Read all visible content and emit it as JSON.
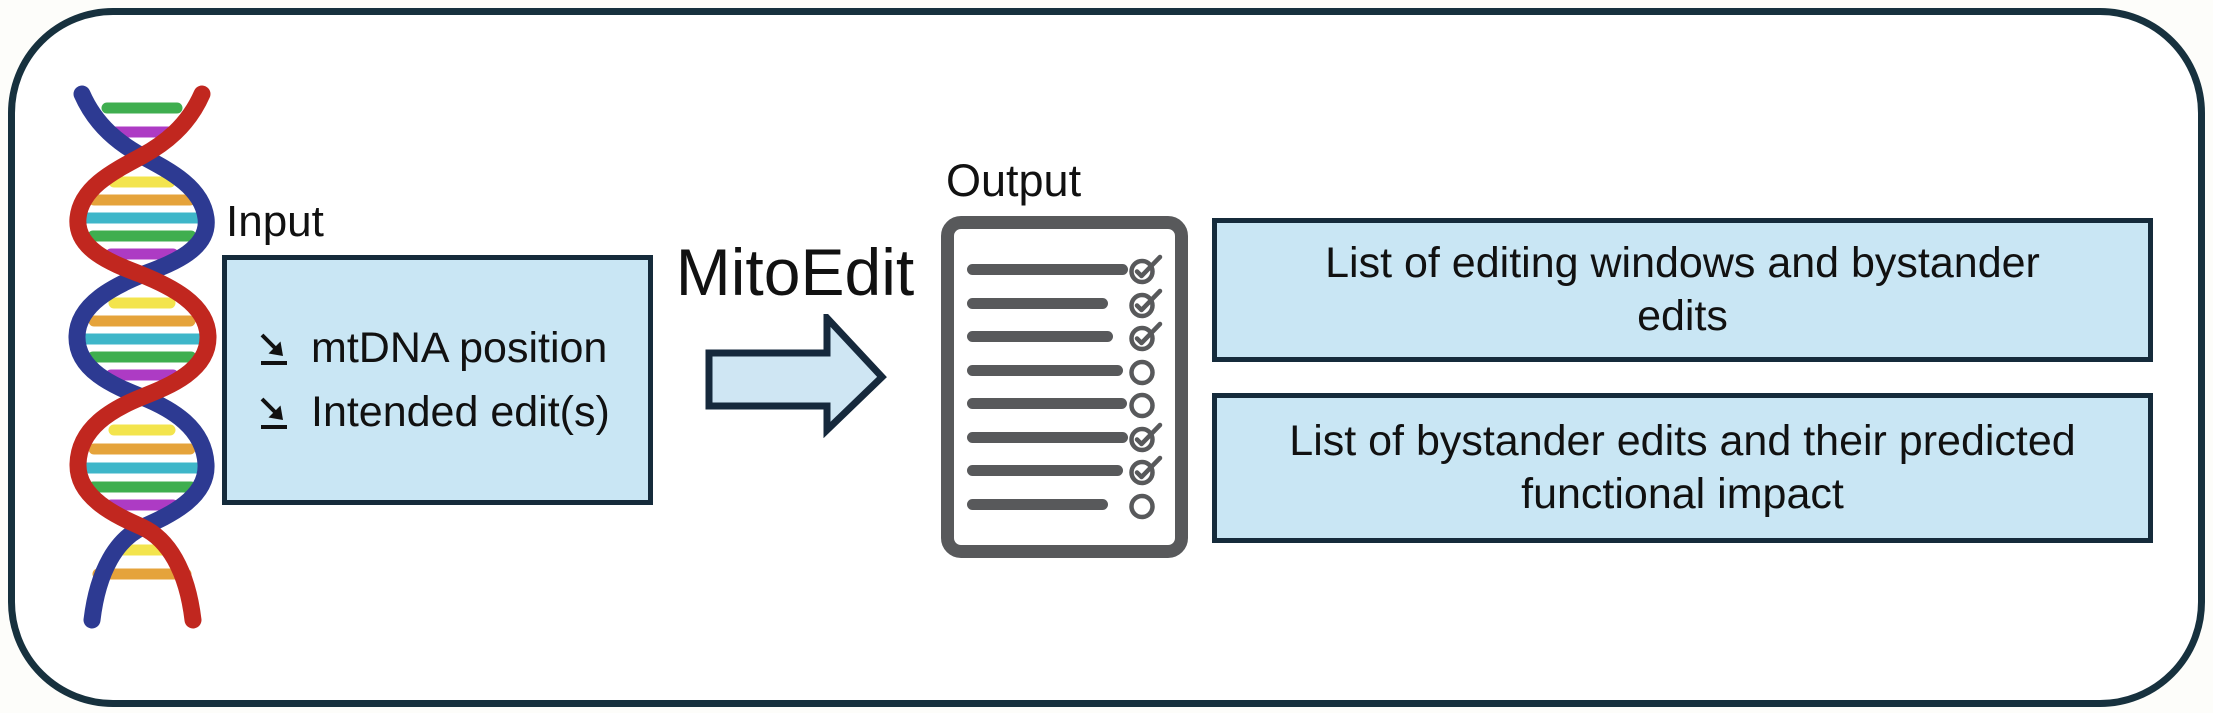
{
  "palette": {
    "frame_border": "#17313e",
    "box_fill": "#c9e6f4",
    "box_border": "#152b3b",
    "arrow_fill": "#cfe6f3",
    "arrow_border": "#16293c",
    "icon_gray": "#58595b",
    "text": "#111111",
    "dna_blue": "#2d3a92",
    "dna_red": "#c1271f",
    "rung_yellow": "#f3e44d",
    "rung_orange": "#e5a33b",
    "rung_cyan": "#3eb6c9",
    "rung_green": "#3fae4f",
    "rung_purple": "#ad3bc4"
  },
  "input": {
    "label": "Input",
    "items": [
      "mtDNA position",
      "Intended edit(s)"
    ]
  },
  "process": {
    "label": "MitoEdit"
  },
  "output": {
    "label": "Output",
    "checklist_rows": [
      {
        "checked": true,
        "line_width": 161
      },
      {
        "checked": true,
        "line_width": 141
      },
      {
        "checked": true,
        "line_width": 146
      },
      {
        "checked": false,
        "line_width": 156
      },
      {
        "checked": false,
        "line_width": 160
      },
      {
        "checked": true,
        "line_width": 161
      },
      {
        "checked": true,
        "line_width": 156
      },
      {
        "checked": false,
        "line_width": 141
      }
    ]
  },
  "results": [
    {
      "lines": [
        "List of editing windows and bystander",
        "edits"
      ]
    },
    {
      "lines": [
        "List of bystander edits and their predicted",
        "functional impact"
      ]
    }
  ],
  "icons": {
    "dna": "dna-helix-icon",
    "bullet": "se-arrow-bullet-icon",
    "checklist": "output-checklist-icon",
    "flow_arrow": "flow-arrow-icon",
    "checked": "checked-circle-icon",
    "unchecked": "empty-circle-icon"
  }
}
